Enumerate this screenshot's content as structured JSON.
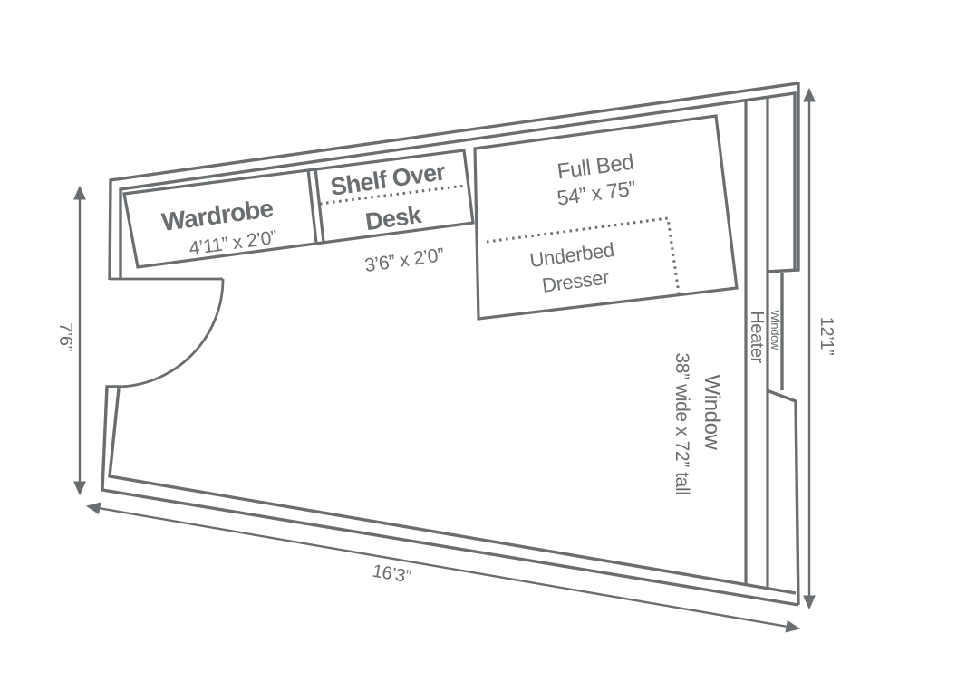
{
  "colors": {
    "line": "#6a6e70",
    "background": "#ffffff"
  },
  "furniture": {
    "wardrobe": {
      "label": "Wardrobe",
      "dimensions": "4’11” x 2’0”"
    },
    "shelf_desk": {
      "label_line1": "Shelf Over",
      "label_line2": "Desk",
      "dimensions": "3’6” x 2’0”"
    },
    "bed": {
      "label": "Full Bed",
      "dimensions": "54” x 75”"
    },
    "underbed_dresser": {
      "label_line1": "Underbed",
      "label_line2": "Dresser"
    }
  },
  "fixtures": {
    "heater": {
      "label": "Heater"
    },
    "window_small": {
      "label": "Window"
    },
    "window_main": {
      "label": "Window",
      "dimensions": "38” wide x 72” tall"
    }
  },
  "room_dimensions": {
    "left": "7’6”",
    "right": "12’1”",
    "bottom": "16’3”"
  }
}
